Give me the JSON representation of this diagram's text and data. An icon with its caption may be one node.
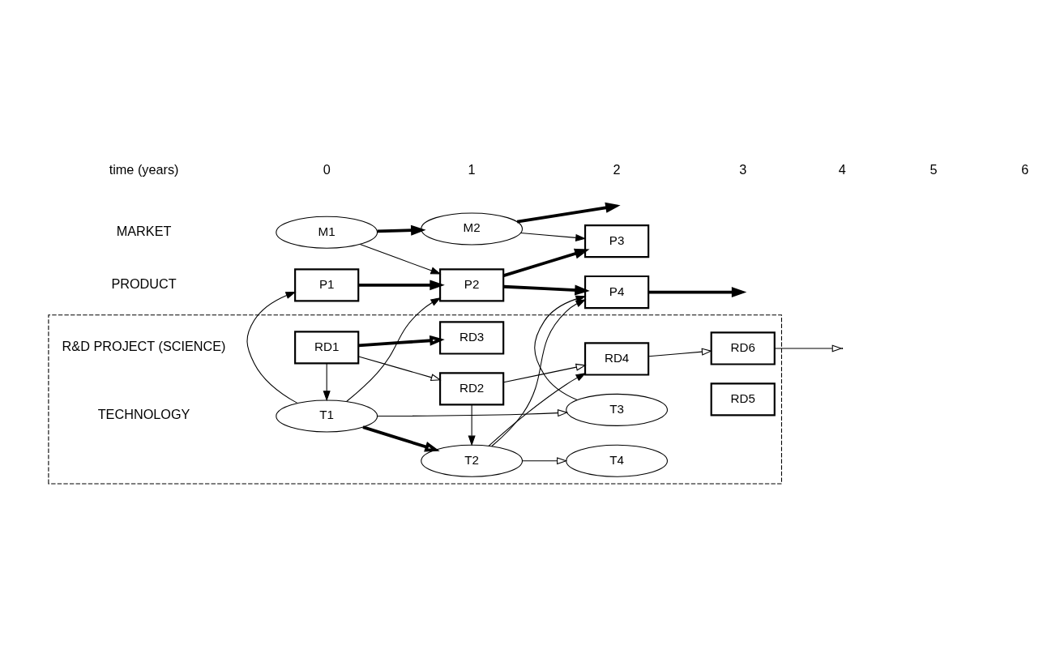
{
  "diagram": {
    "nodes": [
      {
        "text": [
          "M1"
        ]
      },
      {
        "text": [
          "M2"
        ]
      },
      {
        "text": [
          "P1"
        ]
      },
      {
        "text": [
          "P2"
        ]
      },
      {
        "text": [
          "P3"
        ]
      },
      {
        "text": [
          "P4"
        ]
      },
      {
        "text": [],
        "shape": "box"
      },
      {
        "text": [
          "T1"
        ],
        "in": 6
      },
      {
        "text": [
          "T2"
        ],
        "in": 6
      },
      {
        "text": [
          "T3"
        ],
        "in": 6
      },
      {
        "text": [
          "T4"
        ],
        "in": 6
      },
      {
        "text": [
          "RD1"
        ],
        "in": 6
      },
      {
        "text": [
          "RD2"
        ],
        "in": 6
      },
      {
        "text": [
          "RD3"
        ],
        "in": 6
      },
      {
        "text": [
          "RD4"
        ],
        "in": 6
      },
      {
        "text": [
          "RD5"
        ],
        "in": 6
      },
      {
        "text": [
          "RD6"
        ],
        "in": 6
      }
    ],
    "edges": [
      {
        "from": 0,
        "to": 1,
        "arrow": "to",
        "style": "thick"
      },
      {
        "from": 1,
        "to": null,
        "arrow": "to",
        "style": "thick"
      },
      {
        "from": 0,
        "to": 3,
        "arrow": "to"
      },
      {
        "from": 1,
        "to": 4,
        "arrow": "to"
      },
      {
        "from": 2,
        "to": 3,
        "arrow": "to",
        "style": "thick"
      },
      {
        "from": 3,
        "to": 4,
        "arrow": "to",
        "style": "thick"
      },
      {
        "from": 3,
        "to": 5,
        "arrow": "to",
        "style": "thick"
      },
      {
        "from": 5,
        "to": null,
        "arrow": "to",
        "style": "thick"
      },
      {
        "from": 7,
        "to": 2,
        "arrow": "to"
      },
      {
        "from": 7,
        "to": 3,
        "arrow": "to"
      },
      {
        "from": 8,
        "to": 5,
        "arrow": "to"
      },
      {
        "from": 9,
        "to": 5,
        "arrow": "to"
      },
      {
        "from": 7,
        "to": 9,
        "arrow": "to"
      },
      {
        "from": 7,
        "to": 8,
        "arrow": "to",
        "style": "thick"
      },
      {
        "from": 8,
        "to": 10,
        "arrow": "to"
      },
      {
        "from": 11,
        "to": 7,
        "arrow": "to"
      },
      {
        "from": 12,
        "to": 8,
        "arrow": "to"
      },
      {
        "from": 8,
        "to": 14,
        "arrow": "to"
      },
      {
        "from": 11,
        "to": 12,
        "arrow": "to"
      },
      {
        "from": 11,
        "to": 13,
        "arrow": "to",
        "style": "thick"
      },
      {
        "from": 12,
        "to": 14,
        "arrow": "to"
      },
      {
        "from": 14,
        "to": 16,
        "arrow": "to"
      },
      {
        "from": 16,
        "to": null,
        "arrow": "to"
      }
    ],
    "labels": [
      "MARKET",
      "PRODUCT",
      "TECHNOLOGY",
      "R&D PROJECT (SCIENCE)",
      "time (years)",
      "0",
      "1",
      "2",
      "3",
      "4",
      "5",
      "6"
    ]
  }
}
